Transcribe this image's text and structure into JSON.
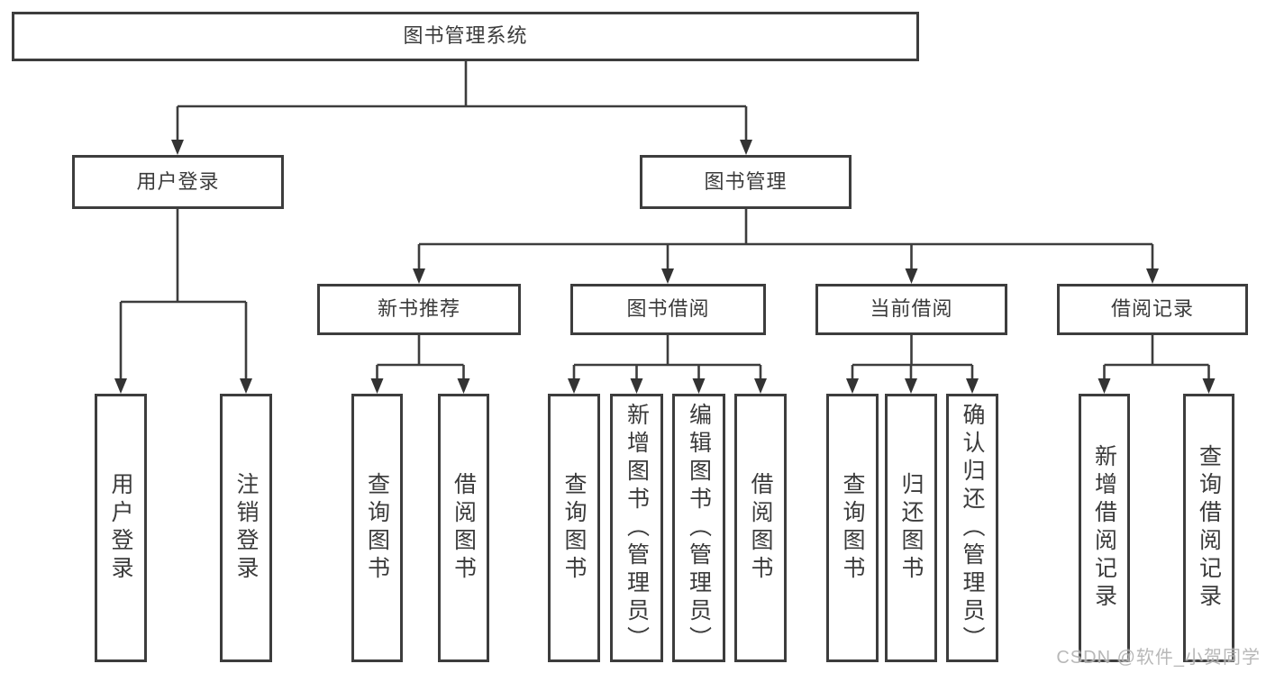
{
  "diagram": {
    "type": "function-structure-tree",
    "title": "图书管理系统",
    "nodes": {
      "root": {
        "label": "图书管理系统"
      },
      "user_login": {
        "label": "用户登录",
        "parent": "root"
      },
      "book_mgmt": {
        "label": "图书管理",
        "parent": "root"
      },
      "rec": {
        "label": "新书推荐",
        "parent": "book_mgmt"
      },
      "borrow": {
        "label": "图书借阅",
        "parent": "book_mgmt"
      },
      "current": {
        "label": "当前借阅",
        "parent": "book_mgmt"
      },
      "record": {
        "label": "借阅记录",
        "parent": "book_mgmt"
      },
      "ul_login": {
        "label": "用户登录",
        "parent": "user_login"
      },
      "ul_logout": {
        "label": "注销登录",
        "parent": "user_login"
      },
      "rec_query": {
        "label": "查询图书",
        "parent": "rec"
      },
      "rec_borrow": {
        "label": "借阅图书",
        "parent": "rec"
      },
      "bor_query": {
        "label": "查询图书",
        "parent": "borrow"
      },
      "bor_add": {
        "label": "新增图书（管理员）",
        "parent": "borrow"
      },
      "bor_edit": {
        "label": "编辑图书（管理员）",
        "parent": "borrow"
      },
      "bor_borrow": {
        "label": "借阅图书",
        "parent": "borrow"
      },
      "cur_query": {
        "label": "查询图书",
        "parent": "current"
      },
      "cur_return": {
        "label": "归还图书",
        "parent": "current"
      },
      "cur_confirm": {
        "label": "确认归还（管理员）",
        "parent": "current"
      },
      "rd_add": {
        "label": "新增借阅记录",
        "parent": "record"
      },
      "rd_query": {
        "label": "查询借阅记录",
        "parent": "record"
      }
    }
  },
  "watermark": {
    "text": "CSDN @软件_小贺同学"
  },
  "colors": {
    "line": "#3d3d3d",
    "text": "#3b3b3b",
    "background": "#ffffff",
    "watermark": "#b2b2b2"
  }
}
